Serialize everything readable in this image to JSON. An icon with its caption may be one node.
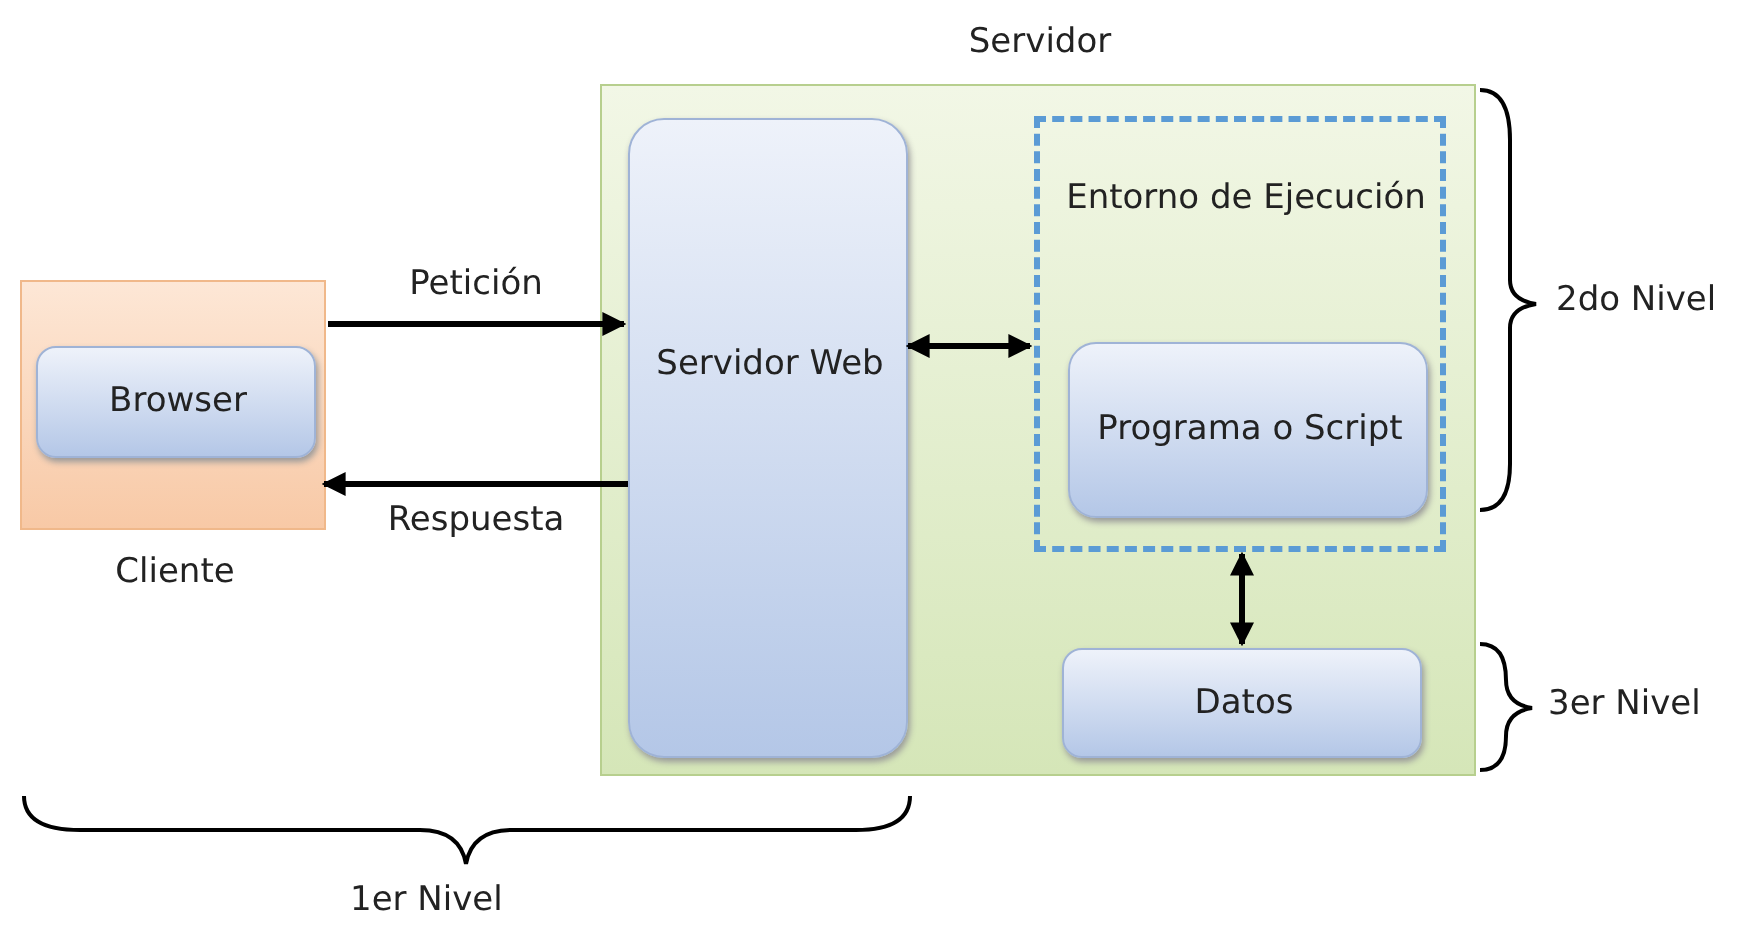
{
  "diagram": {
    "nodes": [
      {
        "text": [
          "Cliente"
        ]
      },
      {
        "text": [
          "Browser"
        ],
        "in": 0
      },
      {
        "text": [
          "Servidor"
        ]
      },
      {
        "text": [
          "Servidor Web"
        ],
        "in": 2
      },
      {
        "text": [
          "Entorno de Ejecución"
        ],
        "in": 2
      },
      {
        "text": [
          "Programa o Script"
        ],
        "in": 4
      },
      {
        "text": [
          "Datos"
        ],
        "in": 2
      }
    ],
    "edges": [
      {
        "from": 0,
        "to": 3,
        "label": "Petición",
        "arrow": "to"
      },
      {
        "from": 3,
        "to": 0,
        "label": "Respuesta",
        "arrow": "to"
      },
      {
        "from": 3,
        "to": 4,
        "arrow": "both"
      },
      {
        "from": 4,
        "to": 6,
        "arrow": "both"
      }
    ],
    "labels": [
      "2do Nivel",
      "3er Nivel",
      "1er Nivel"
    ]
  }
}
